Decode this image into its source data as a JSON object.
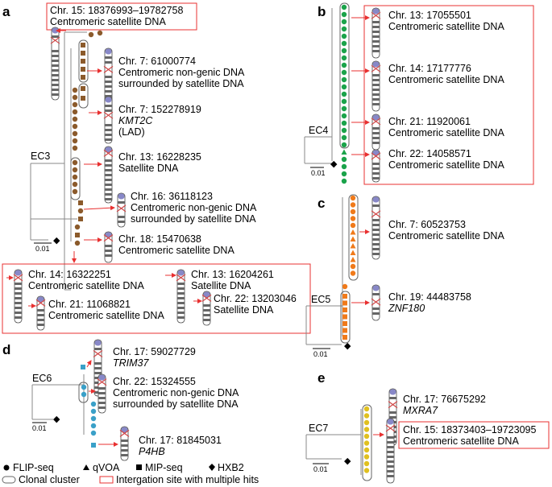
{
  "colors": {
    "brown": "#8b5a2b",
    "green": "#1aa34a",
    "orange": "#f07a1a",
    "blue": "#3aa0c8",
    "yellow": "#e0c020",
    "red": "#e83030",
    "centromere": "#d04848",
    "chrom_band": "#666666",
    "chrom_tip": "#8888c8"
  },
  "panels": {
    "a": {
      "letter": "a",
      "ec_label": "EC3",
      "scale": "0.01",
      "top_site": {
        "coord": "Chr. 15: 18376993–19782758",
        "desc": "Centromeric satellite DNA"
      },
      "sites": [
        {
          "coord": "Chr. 7: 61000774",
          "desc": [
            "Centromeric non-genic DNA",
            "surrounded by satellite DNA"
          ],
          "italic": false
        },
        {
          "coord": "Chr. 7: 152278919",
          "desc": [
            "KMT2C",
            "(LAD)"
          ],
          "italic": true
        },
        {
          "coord": "Chr. 13: 16228235",
          "desc": [
            "Satellite DNA"
          ],
          "italic": false
        },
        {
          "coord": "Chr. 16: 36118123",
          "desc": [
            "Centromeric non-genic DNA",
            "surrounded by satellite DNA"
          ],
          "italic": false
        },
        {
          "coord": "Chr. 18: 15470638",
          "desc": [
            "Centromeric satellite DNA"
          ],
          "italic": false
        }
      ],
      "box_sites": [
        {
          "coord": "Chr. 14: 16322251",
          "desc": "Centromeric satellite DNA"
        },
        {
          "coord": "Chr. 21: 11068821",
          "desc": "Centromeric satellite DNA"
        },
        {
          "coord": "Chr. 13: 16204261",
          "desc": "Satellite DNA"
        },
        {
          "coord": "Chr. 22: 13203046",
          "desc": "Satellite DNA"
        }
      ]
    },
    "b": {
      "letter": "b",
      "ec_label": "EC4",
      "scale": "0.01",
      "sites": [
        {
          "coord": "Chr. 13: 17055501",
          "desc": "Centromeric satellite DNA"
        },
        {
          "coord": "Chr. 14: 17177776",
          "desc": "Centromeric satellite DNA"
        },
        {
          "coord": "Chr. 21: 11920061",
          "desc": "Centromeric satellite DNA"
        },
        {
          "coord": "Chr. 22: 14058571",
          "desc": "Centromeric satellite DNA"
        }
      ]
    },
    "c": {
      "letter": "c",
      "ec_label": "EC5",
      "scale": "0.01",
      "sites": [
        {
          "coord": "Chr. 7: 60523753",
          "desc": "Centromeric satellite DNA",
          "italic": false
        },
        {
          "coord": "Chr. 19: 44483758",
          "desc": "ZNF180",
          "italic": true
        }
      ]
    },
    "d": {
      "letter": "d",
      "ec_label": "EC6",
      "scale": "0.01",
      "sites": [
        {
          "coord": "Chr. 17: 59027729",
          "desc": [
            "TRIM37"
          ],
          "italic": true
        },
        {
          "coord": "Chr. 22: 15324555",
          "desc": [
            "Centromeric non-genic DNA",
            "surrounded by satellite DNA"
          ],
          "italic": false
        },
        {
          "coord": "Chr. 17: 81845031",
          "desc": [
            "P4HB"
          ],
          "italic": true
        }
      ]
    },
    "e": {
      "letter": "e",
      "ec_label": "EC7",
      "scale": "0.01",
      "sites": [
        {
          "coord": "Chr. 17: 76675292",
          "desc": "MXRA7",
          "italic": true
        },
        {
          "coord": "Chr. 15: 18373403–19723095",
          "desc": "Centromeric satellite DNA",
          "italic": false
        }
      ]
    }
  },
  "legend": {
    "flip": "FLIP-seq",
    "qvoa": "qVOA",
    "mip": "MIP-seq",
    "hxb2": "HXB2",
    "clonal": "Clonal cluster",
    "multi": "Intergation site with multiple hits"
  }
}
